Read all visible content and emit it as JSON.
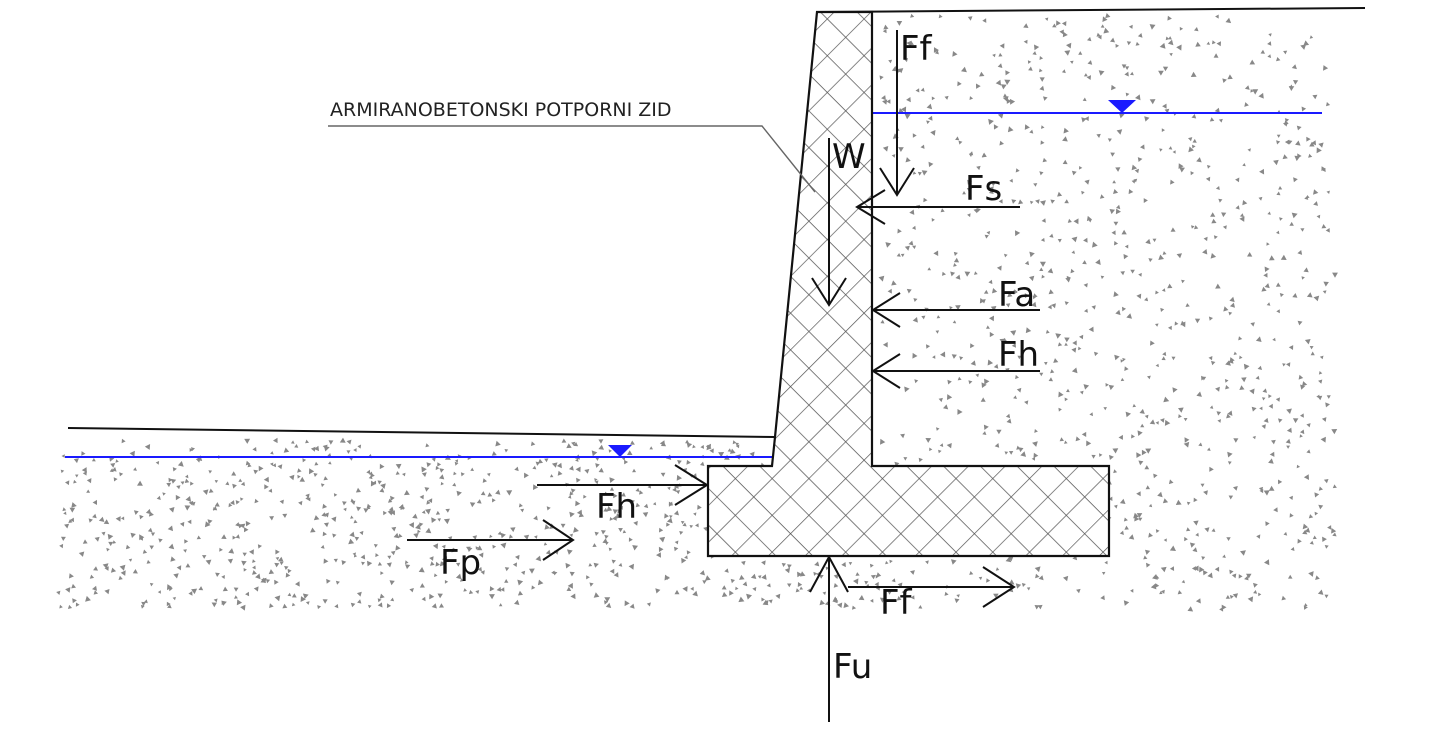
{
  "wall_label": "ARMIRANOBETONSKI POTPORNI ZID",
  "forces": {
    "ff_top": "Ff",
    "w": "W",
    "fs": "Fs",
    "fa": "Fa",
    "fh_right": "Fh",
    "fh_left": "Fh",
    "fp": "Fp",
    "ff_bottom": "Ff",
    "fu": "Fu"
  },
  "colors": {
    "water": "#1a1aff",
    "line": "#111111",
    "hatch": "#555555",
    "soil_dot": "#888888"
  }
}
